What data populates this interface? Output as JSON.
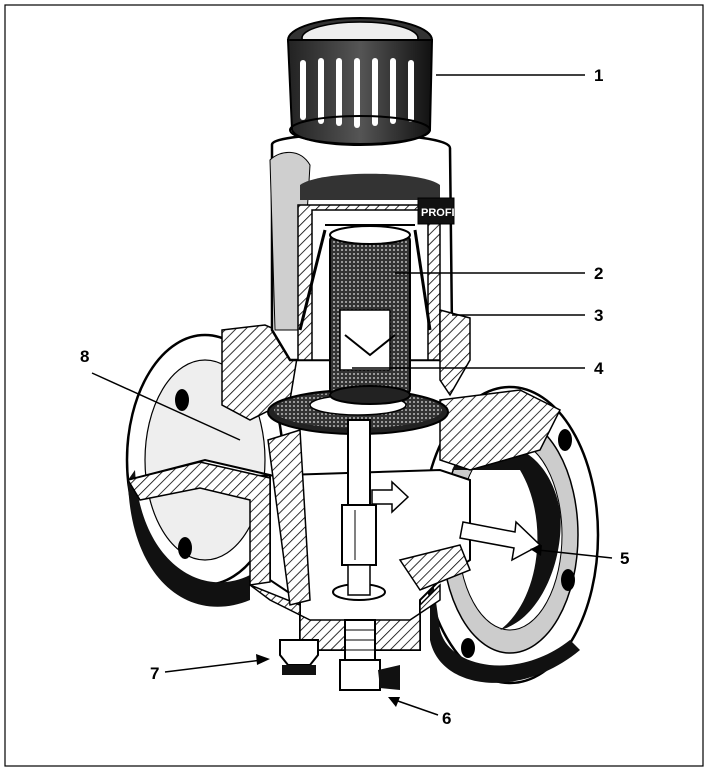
{
  "callouts": [
    {
      "id": "1",
      "label": "1"
    },
    {
      "id": "2",
      "label": "2"
    },
    {
      "id": "3",
      "label": "3"
    },
    {
      "id": "4",
      "label": "4"
    },
    {
      "id": "5",
      "label": "5"
    },
    {
      "id": "6",
      "label": "6"
    },
    {
      "id": "7",
      "label": "7"
    },
    {
      "id": "8",
      "label": "8"
    }
  ],
  "cap_badge_text": "PROFI",
  "colors": {
    "ink": "#000000",
    "paper": "#ffffff",
    "shade": "#555555",
    "light": "#dddddd"
  }
}
